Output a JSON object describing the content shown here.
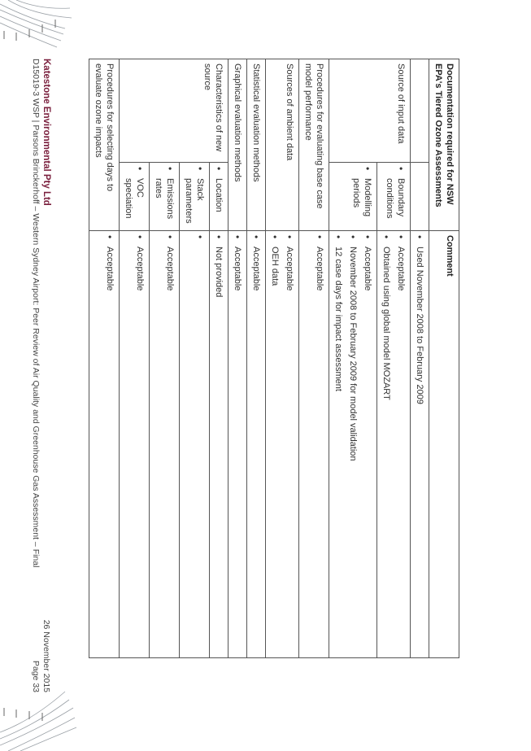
{
  "table": {
    "header": {
      "documentation": "Documentation required for NSW EPA's Tiered Ozone Assessments",
      "comment": "Comment"
    },
    "rows": {
      "period": {
        "comments": [
          "Used November 2008 to February 2009"
        ]
      },
      "source_input": {
        "label": "Source of input data",
        "boundary": {
          "sub": "Boundary conditions",
          "comments": [
            "Acceptable",
            "Obtained using global model MOZART"
          ]
        },
        "modelling": {
          "sub": "Modelling periods",
          "comments": [
            "Acceptable",
            "November 2008 to February 2009 for model validation",
            "12 case days for impact assessment"
          ]
        }
      },
      "base_case": {
        "label": "Procedures for evaluating base case model performance",
        "comments": [
          "Acceptable"
        ]
      },
      "ambient": {
        "label": "Sources of ambient data",
        "comments": [
          "Acceptable",
          "OEH data"
        ]
      },
      "statistical": {
        "label": "Statistical evaluation methods",
        "comments": [
          "Acceptable"
        ]
      },
      "graphical": {
        "label": "Graphical evaluation methods",
        "comments": [
          "Acceptable"
        ]
      },
      "new_source": {
        "label": "Characteristics of new source",
        "location": {
          "sub": "Location",
          "comments": [
            "Not provided"
          ]
        },
        "stack": {
          "sub": "Stack parameters",
          "comments": [
            ""
          ]
        },
        "emissions": {
          "sub": "Emissions rates",
          "comments": [
            "Acceptable"
          ]
        },
        "voc": {
          "sub": "VOC speciation",
          "comments": [
            "Acceptable"
          ]
        }
      },
      "selecting_days": {
        "label": "Procedures for selecting days to evaluate ozone impacts",
        "comments": [
          "Acceptable"
        ]
      }
    }
  },
  "footer": {
    "company": "Katestone Environmental Pty Ltd",
    "reference": "D15019-3 WSP | Parsons Brinckerhoff – Western Sydney Airport: Peer Review of Air Quality and Greenhouse Gas Assessment – Final",
    "date": "26 November 2015",
    "page": "Page 33"
  }
}
